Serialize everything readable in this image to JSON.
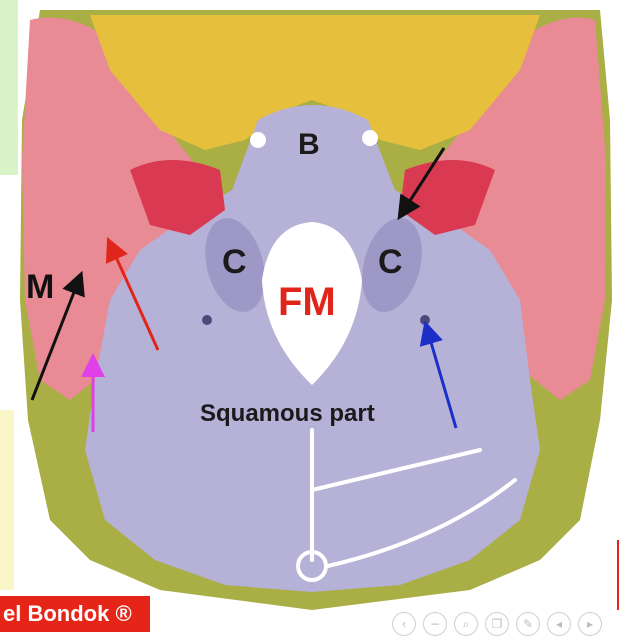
{
  "labels": {
    "basilar_part": "B",
    "condyle_left": "C",
    "condyle_right": "C",
    "foramen_magnum": "FM",
    "mastoid": "M",
    "squamous_part": "Squamous part"
  },
  "credit": "el Bondok ®",
  "controls": [
    "prev-icon",
    "zoom-out-icon",
    "search-icon",
    "copy-icon",
    "edit-icon",
    "back-icon",
    "next-icon"
  ],
  "colors": {
    "occipital": "#b4b0d6",
    "temporal": "#e88a93",
    "sphenoid": "#e8c13a",
    "parietal": "#a8b044",
    "foramen": "#ffffff",
    "arrow_red": "#e0251b",
    "arrow_blue": "#1b2fc8",
    "arrow_magenta": "#e040e8",
    "arrow_black": "#111111"
  }
}
